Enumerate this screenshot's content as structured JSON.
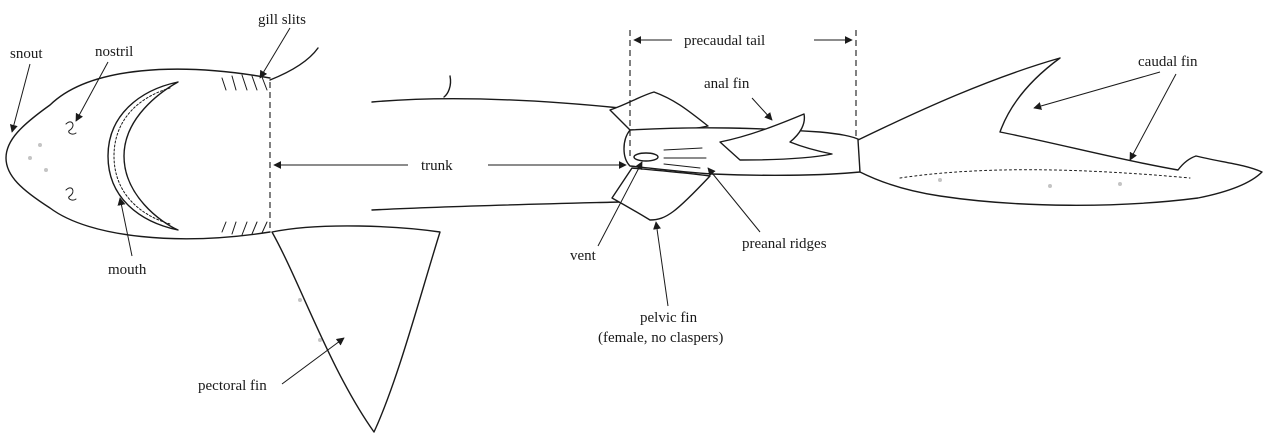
{
  "labels": {
    "snout": "snout",
    "nostril": "nostril",
    "gill_slits": "gill slits",
    "mouth": "mouth",
    "trunk": "trunk",
    "pectoral_fin": "pectoral fin",
    "precaudal_tail": "precaudal tail",
    "anal_fin": "anal fin",
    "caudal_fin": "caudal fin",
    "vent": "vent",
    "preanal_ridges": "preanal ridges",
    "pelvic_fin": "pelvic fin",
    "pelvic_fin_note": "(female, no claspers)"
  },
  "colors": {
    "ink": "#1a1a1a",
    "paper": "#ffffff"
  }
}
